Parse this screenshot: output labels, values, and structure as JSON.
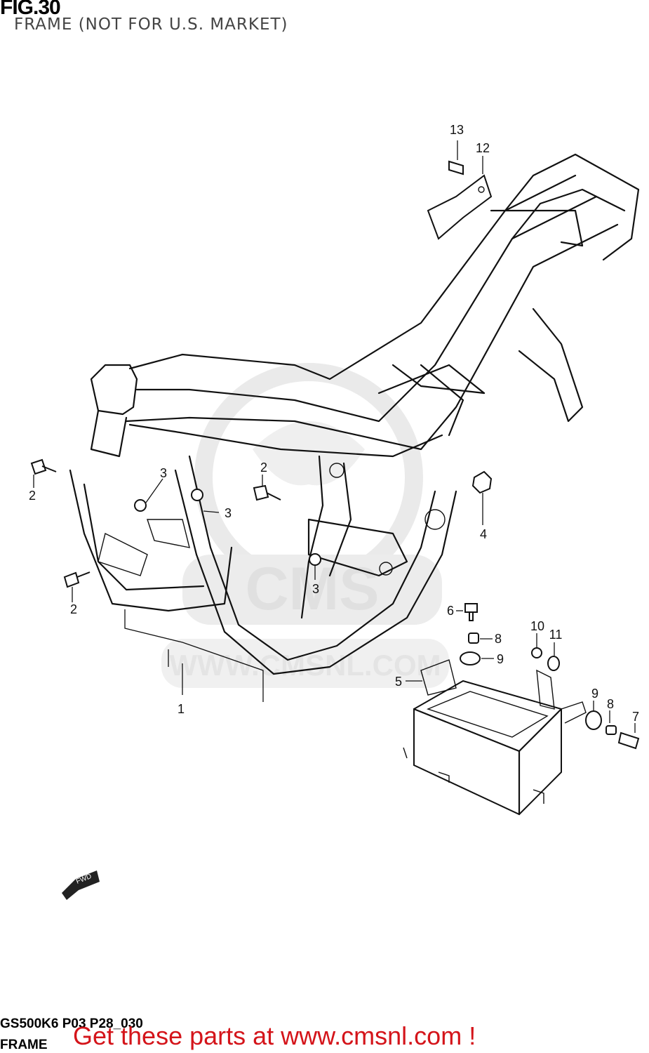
{
  "header": {
    "fig_number": "FIG.30",
    "title": "FRAME (NOT FOR U.S. MARKET)"
  },
  "callouts": {
    "c1": "1",
    "c2a": "2",
    "c2b": "2",
    "c2c": "2",
    "c3a": "3",
    "c3b": "3",
    "c3c": "3",
    "c4": "4",
    "c5": "5",
    "c6": "6",
    "c7": "7",
    "c8a": "8",
    "c8b": "8",
    "c9a": "9",
    "c9b": "9",
    "c10": "10",
    "c11": "11",
    "c12": "12",
    "c13": "13"
  },
  "watermark": {
    "brand": "CMS",
    "url": "WWW.CMSNL.COM"
  },
  "fwd_badge": "FWD",
  "footer": {
    "code": "GS500K6 P03 P28_030",
    "name": "FRAME",
    "ad": "Get these parts at www.cmsnl.com !"
  },
  "colors": {
    "ad_text": "#d4141a",
    "watermark": "#d9d9d9"
  }
}
